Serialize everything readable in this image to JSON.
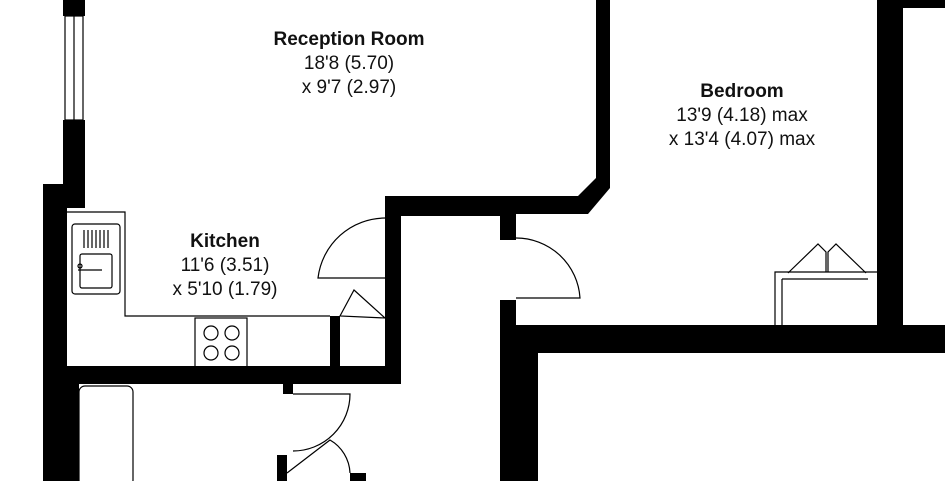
{
  "floorplan": {
    "colors": {
      "wall": "#000000",
      "fixture": "#444444",
      "background": "#ffffff"
    },
    "rooms": [
      {
        "id": "reception",
        "name": "Reception Room",
        "dim1": "18'8 (5.70)",
        "dim2": "x 9'7 (2.97)"
      },
      {
        "id": "bedroom",
        "name": "Bedroom",
        "dim1": "13'9 (4.18) max",
        "dim2": "x 13'4 (4.07) max"
      },
      {
        "id": "kitchen",
        "name": "Kitchen",
        "dim1": "11'6 (3.51)",
        "dim2": "x 5'10 (1.79)"
      }
    ],
    "fixtures": [
      "sink-icon",
      "hob-icon",
      "bath-icon",
      "wardrobe-icon",
      "window-icon"
    ]
  }
}
